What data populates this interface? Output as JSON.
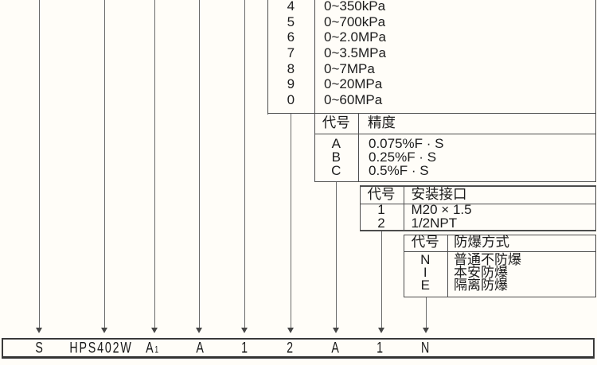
{
  "diagram": {
    "tables": {
      "range": {
        "rows": [
          {
            "code": "4",
            "value": "0~350kPa"
          },
          {
            "code": "5",
            "value": "0~700kPa"
          },
          {
            "code": "6",
            "value": "0~2.0MPa"
          },
          {
            "code": "7",
            "value": "0~3.5MPa"
          },
          {
            "code": "8",
            "value": "0~7MPa"
          },
          {
            "code": "9",
            "value": "0~20MPa"
          },
          {
            "code": "0",
            "value": "0~60MPa"
          }
        ]
      },
      "accuracy": {
        "code_header": "代号",
        "value_header": "精度",
        "rows": [
          {
            "code": "A",
            "value": "0.075%F · S"
          },
          {
            "code": "B",
            "value": "0.25%F · S"
          },
          {
            "code": "C",
            "value": "0.5%F · S"
          }
        ]
      },
      "interface": {
        "code_header": "代号",
        "value_header": "安装接口",
        "rows": [
          {
            "code": "1",
            "value": "M20 × 1.5"
          },
          {
            "code": "2",
            "value": "1/2NPT"
          }
        ]
      },
      "explosion": {
        "code_header": "代号",
        "value_header": "防爆方式",
        "rows": [
          {
            "code": "N",
            "value": "普通不防爆"
          },
          {
            "code": "I",
            "value": "本安防爆"
          },
          {
            "code": "E",
            "value": "隔离防爆"
          }
        ]
      }
    },
    "bottom_code": {
      "segments": [
        {
          "label": "S"
        },
        {
          "label": "HPS402W"
        },
        {
          "label": "A",
          "sub": "1"
        },
        {
          "label": "A"
        },
        {
          "label": "1"
        },
        {
          "label": "2"
        },
        {
          "label": "A"
        },
        {
          "label": "1"
        },
        {
          "label": "N"
        }
      ]
    }
  }
}
